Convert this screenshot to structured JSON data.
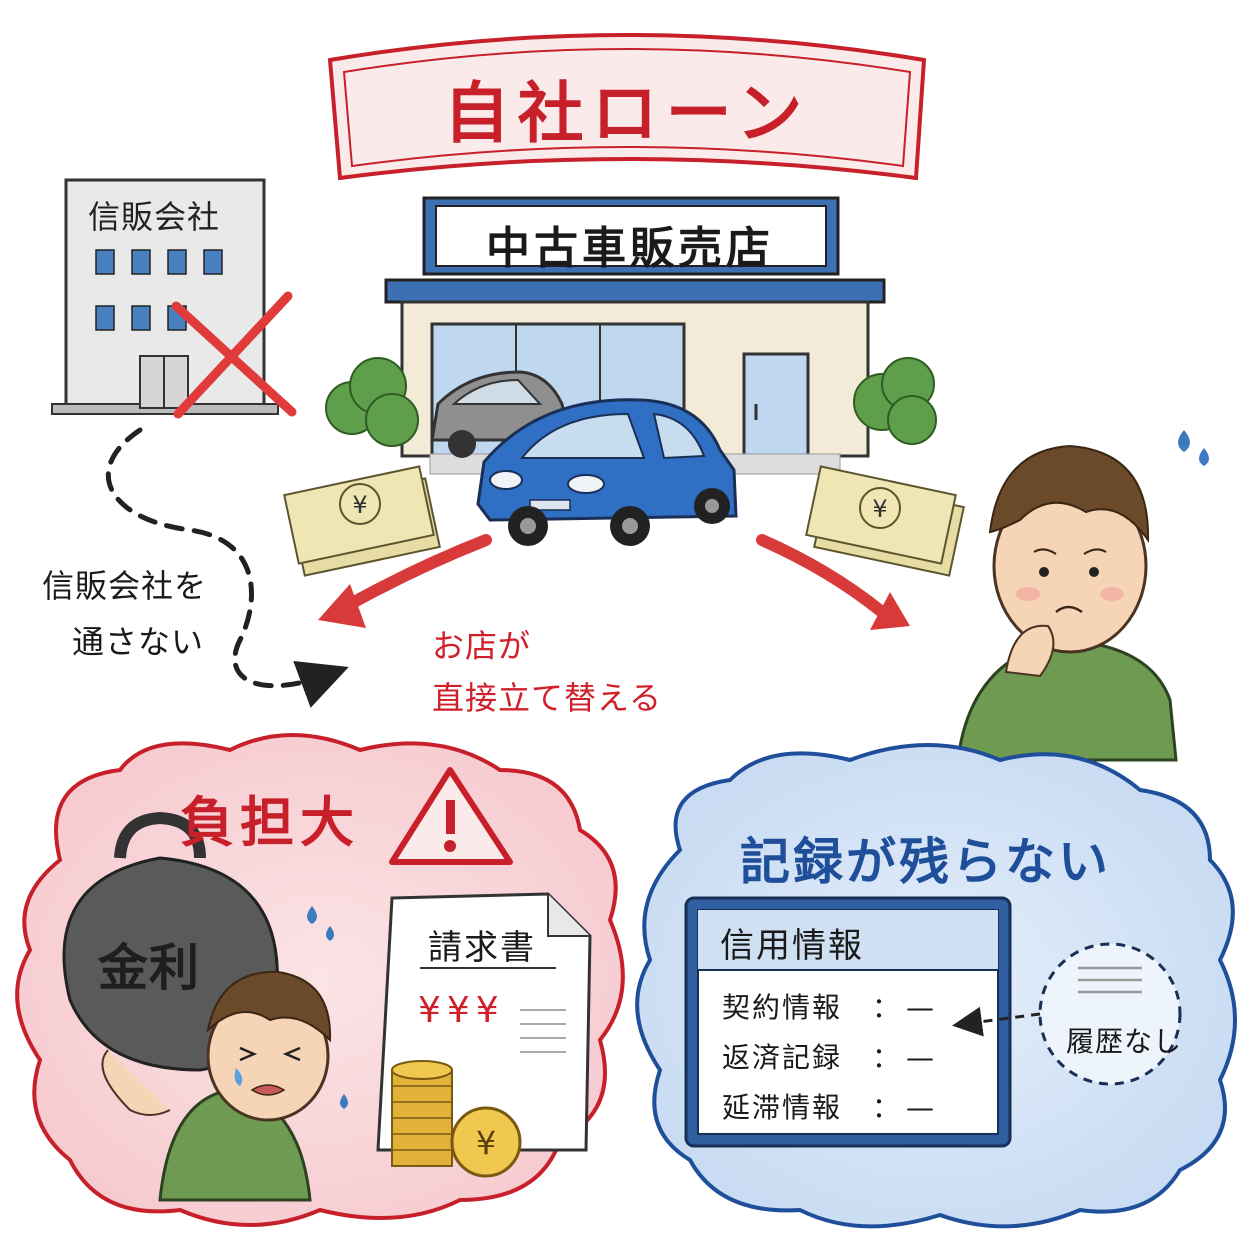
{
  "title": "自社ローン",
  "shop_sign": "中古車販売店",
  "finance_building": "信販会社",
  "bypass_note": {
    "line1": "信販会社を",
    "line2": "通さない"
  },
  "shop_pays": {
    "line1": "お店が",
    "line2": "直接立て替える"
  },
  "burden": {
    "title": "負担大",
    "weight_label": "金利",
    "bill_title": "請求書",
    "bill_yen": "¥¥¥"
  },
  "no_record": {
    "title": "記録が残らない",
    "panel_title": "信用情報",
    "rows": [
      {
        "label": "契約情報",
        "value": "：—"
      },
      {
        "label": "返済記録",
        "value": "：—"
      },
      {
        "label": "延滞情報",
        "value": "：—"
      }
    ],
    "history": "履歴なし"
  },
  "icons": {
    "warning": "warning-icon",
    "cross": "cross-mark-icon",
    "yen": "yen-icon"
  },
  "colors": {
    "red": "#d0202a",
    "blue": "#1f4f9a",
    "car": "#2f6fc4",
    "shirt": "#6f9a52"
  }
}
